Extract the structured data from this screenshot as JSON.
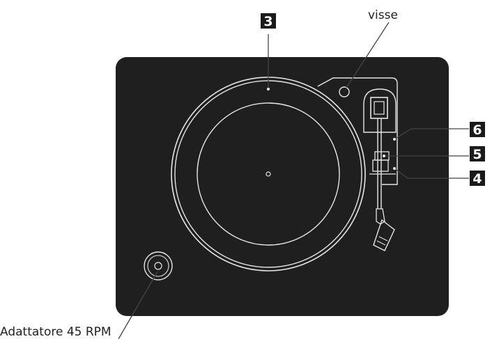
{
  "figure": {
    "labels": {
      "screw": "visse",
      "adapter": "Adattatore 45 RPM"
    },
    "callouts": [
      {
        "id": "platter",
        "number": "3"
      },
      {
        "id": "arm-rest",
        "number": "4"
      },
      {
        "id": "arm-lift",
        "number": "5"
      },
      {
        "id": "arm-clamp",
        "number": "6"
      }
    ]
  }
}
